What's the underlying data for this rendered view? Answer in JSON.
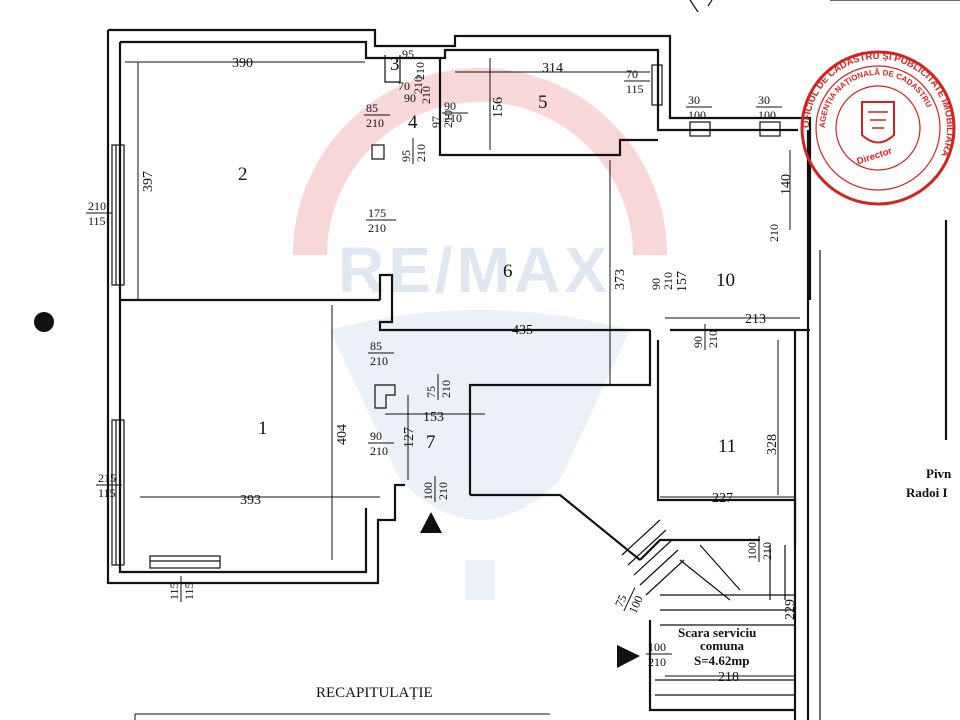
{
  "rooms": [
    "1",
    "2",
    "3",
    "4",
    "5",
    "6",
    "7",
    "10",
    "11"
  ],
  "dimensions": {
    "d390": "390",
    "d314": "314",
    "d397": "397",
    "d156": "156",
    "d373": "373",
    "d435": "435",
    "d404": "404",
    "d393": "393",
    "d153": "153",
    "d127": "127",
    "d328": "328",
    "d227": "227",
    "d213": "213",
    "d140": "140",
    "d157": "157",
    "d218": "218",
    "d229": "229"
  },
  "openings": {
    "o85a": [
      "85",
      "210"
    ],
    "o175": [
      "175",
      "210"
    ],
    "o85b": [
      "85",
      "210"
    ],
    "o90a": [
      "90",
      "210"
    ],
    "o100a": [
      "100",
      "210"
    ],
    "o75a": [
      "75",
      "210"
    ],
    "o90b": [
      "90",
      "210"
    ],
    "o95": [
      "95",
      "210"
    ],
    "o90c": [
      "90",
      "210"
    ],
    "o210w": [
      "210",
      "115"
    ],
    "o215w": [
      "215",
      "115"
    ],
    "o115w": [
      "115",
      "115"
    ],
    "o70": [
      "70",
      "115"
    ],
    "o30a": [
      "30",
      "100"
    ],
    "o30b": [
      "30",
      "100"
    ],
    "o210r": [
      "210",
      ""
    ],
    "o90d": [
      "90",
      "210"
    ],
    "o90e": [
      "90",
      "210"
    ],
    "o100b": [
      "100",
      "210"
    ],
    "o100c": [
      "100",
      "210"
    ],
    "o75b": [
      "75",
      "100"
    ],
    "o95t": [
      "95",
      "210"
    ],
    "o70t": [
      "70",
      "210"
    ],
    "o90t": [
      "90",
      "210"
    ],
    "o97": [
      "97",
      "210"
    ]
  },
  "stair": {
    "line1": "Scara serviciu",
    "line2": "comuna",
    "line3": "S=4.62mp"
  },
  "side_note": {
    "line1": "Pivn",
    "line2": "Radoi I"
  },
  "footer": "RECAPITULAȚIE",
  "stamp": {
    "ring_outer": "OFICIUL DE CADASTRU ȘI PUBLICITATE IMOBILIARA",
    "ring_inner": "AGENȚIA NAȚIONALĂ DE CADASTRU",
    "center": "Director"
  },
  "watermark": "RE/MAX",
  "colors": {
    "stamp_red": "#d22222",
    "watermark": "#c9d4e6"
  }
}
